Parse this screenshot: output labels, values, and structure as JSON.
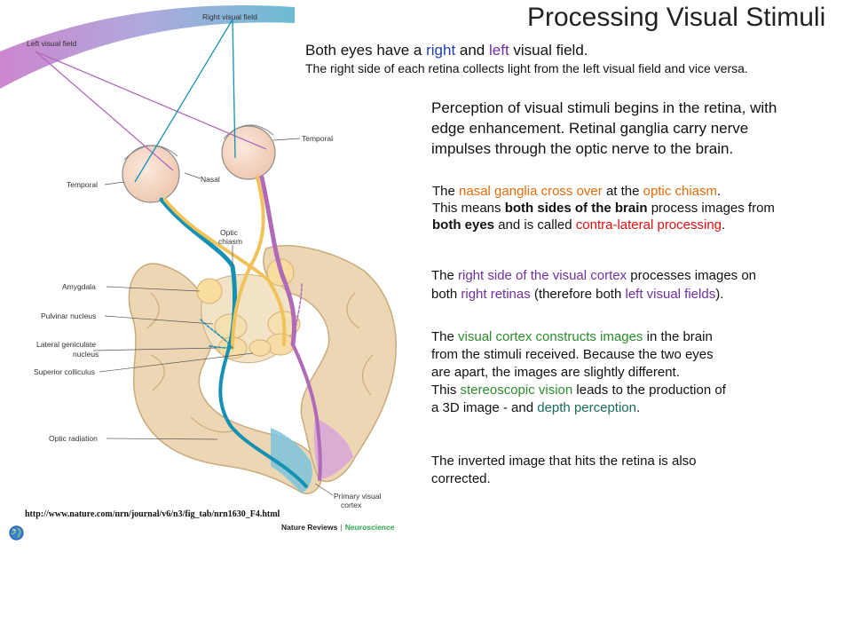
{
  "slide": {
    "title": "Processing Visual Stimuli"
  },
  "intro": {
    "line1": {
      "a": "Both eyes have  a ",
      "b": "right",
      "c": " and ",
      "d": "left",
      "e": " visual field."
    },
    "line2": "The right side of each retina collects light from the left visual field and vice versa."
  },
  "para_retina": {
    "l1": "Perception of visual stimuli begins in the retina, with",
    "l2": "edge enhancement. Retinal ganglia carry nerve",
    "l3": "impulses through the optic nerve to the brain."
  },
  "para_chiasm": {
    "l1a": "The ",
    "l1b": "nasal ganglia cross over",
    "l1c": " at the ",
    "l1d": "optic chiasm",
    "l1e": ".",
    "l2a": "This means ",
    "l2b": "both sides of the brain",
    "l2c": " process images from",
    "l3a": "both eyes",
    "l3b": " and is called ",
    "l3c": "contra-lateral processing",
    "l3d": "."
  },
  "para_cortex": {
    "l1a": "The ",
    "l1b": "right side of the visual cortex",
    "l1c": " processes images on",
    "l2a": "both ",
    "l2b": "right retinas",
    "l2c": " (therefore both ",
    "l2d": "left visual fields",
    "l2e": ")."
  },
  "para_stereo": {
    "l1a": "The ",
    "l1b": "visual cortex constructs images",
    "l1c": " in the brain",
    "l2": "from the stimuli received. Because the two eyes",
    "l3": "are apart, the images are slightly different.",
    "l4a": "This ",
    "l4b": "stereoscopic vision",
    "l4c": " leads to the production of",
    "l5a": "a 3D image -  and ",
    "l5b": "depth perception",
    "l5c": "."
  },
  "para_inverted": {
    "l1": "The inverted image that hits the retina is also",
    "l2": "corrected."
  },
  "diagram": {
    "labels": {
      "left_visual_field": "Left visual field",
      "right_visual_field": "Right visual field",
      "temporal_right": "Temporal",
      "temporal_left": "Temporal",
      "nasal": "Nasal",
      "optic_chiasm_1": "Optic",
      "optic_chiasm_2": "chiasm",
      "amygdala": "Amygdala",
      "pulvinar": "Pulvinar nucleus",
      "lgn_1": "Lateral geniculate",
      "lgn_2": "nucleus",
      "superior_colliculus": "Superior colliculus",
      "optic_radiation": "Optic radiation",
      "primary_visual_1": "Primary visual",
      "primary_visual_2": "cortex"
    },
    "colors": {
      "left_field": "#c879c8",
      "right_field": "#5bb5cf",
      "teal_pathway": "#1591b3",
      "purple_pathway": "#b06ab8",
      "brain_tissue": "#ecd6b4",
      "eye": "#f6dccb"
    }
  },
  "source": {
    "url": "http://www.nature.com/nrn/journal/v6/n3/fig_tab/nrn1630_F4.html",
    "credit_a": "Nature Reviews",
    "credit_sep": "|",
    "credit_b": "Neuroscience"
  },
  "icons": {
    "globe": "globe-icon"
  }
}
